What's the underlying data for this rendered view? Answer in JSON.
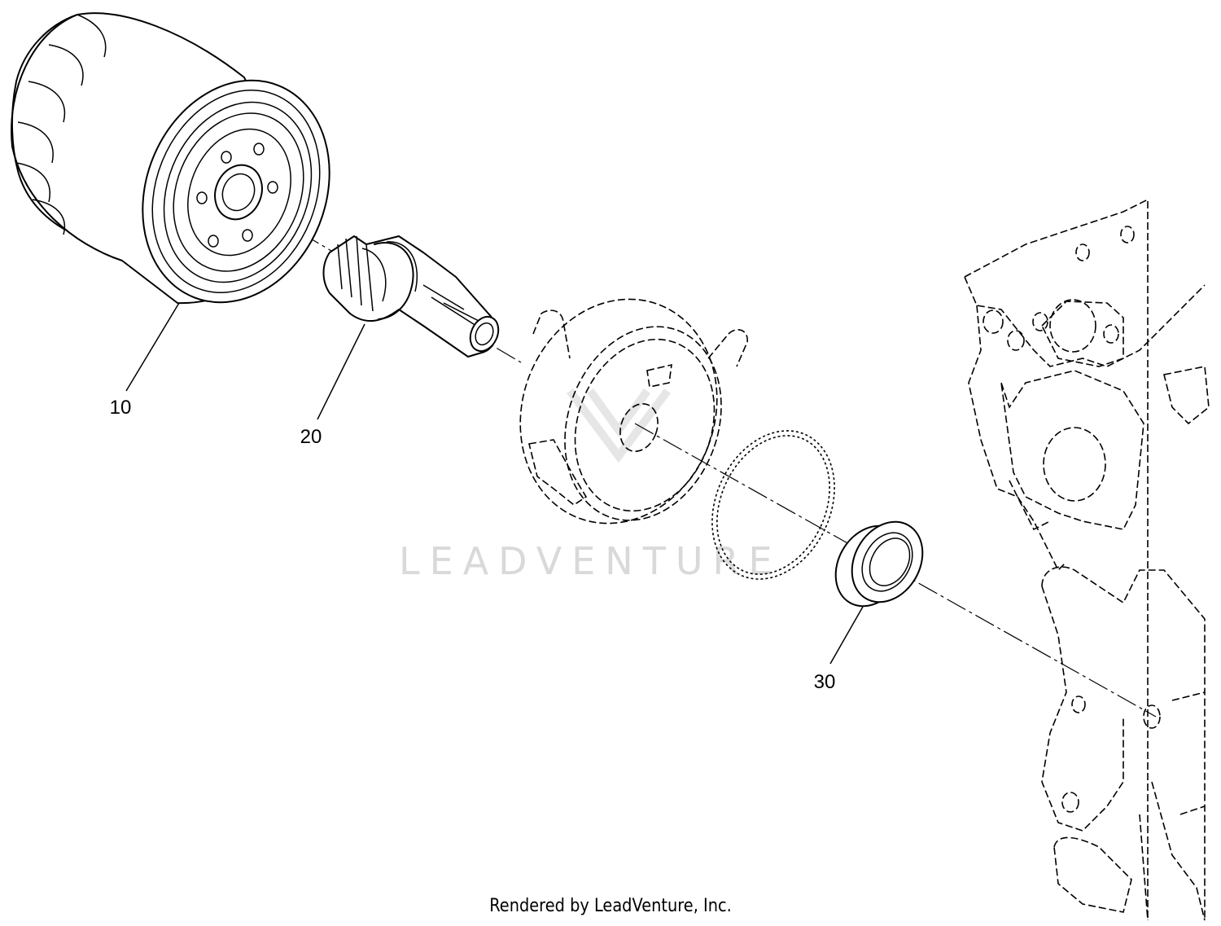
{
  "callouts": [
    {
      "id": "oil-filter",
      "label": "10"
    },
    {
      "id": "fitting",
      "label": "20"
    },
    {
      "id": "seal",
      "label": "30"
    }
  ],
  "watermark": "LEADVENTURE",
  "footer": "Rendered by LeadVenture, Inc."
}
